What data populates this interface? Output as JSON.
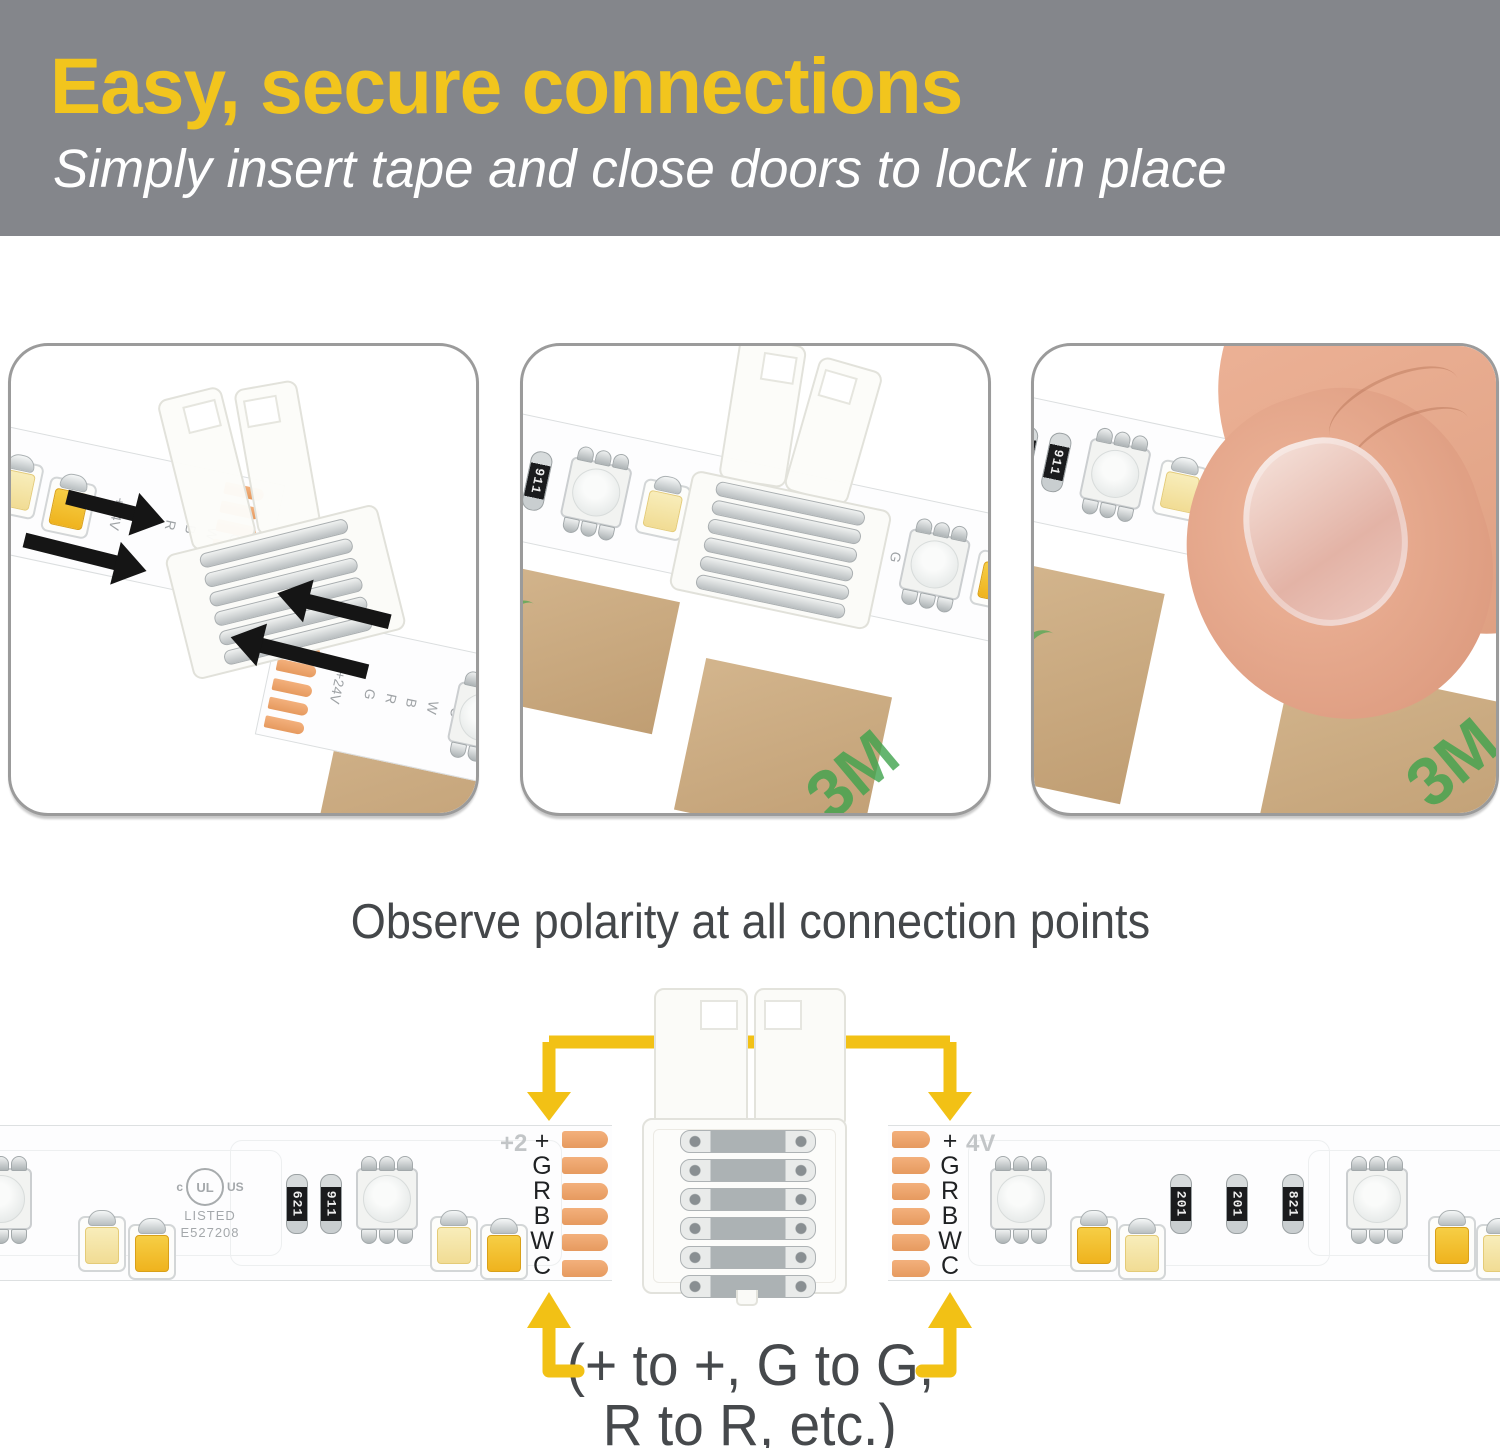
{
  "header": {
    "title": "Easy, secure connections",
    "subtitle": "Simply insert tape and close doors to lock in place"
  },
  "polarity": {
    "heading": "Observe polarity at all connection points",
    "note1": "(+ to +, G to G,",
    "note2": "R to R, etc.)"
  },
  "strip": {
    "print": [
      "+24V",
      "G",
      "R",
      "B",
      "W",
      "C"
    ],
    "pins": [
      "+",
      "G",
      "R",
      "B",
      "W",
      "C"
    ],
    "partial_left": "+2",
    "partial_right": "4V",
    "resistors": {
      "a": "621",
      "b": "911",
      "c": "201",
      "d": "821"
    },
    "ul": {
      "c": "c",
      "mark": "UL",
      "us": "US",
      "listed": "LISTED",
      "cert": "E527208"
    },
    "adhesive_brand": "3M"
  },
  "colors": {
    "header_bg": "#84868B",
    "title_yellow": "#F2C51D",
    "subtitle_white": "#FFFFFF",
    "arrow_yellow": "#F2C115",
    "copper_pad": "#E9A266",
    "text_dark": "#45484B",
    "card_border": "#9B9B9B",
    "cardboard": "#C9A87D",
    "brand_green": "#3FA34D",
    "led_gold": "#EFB31E",
    "led_cream": "#F4E2A0",
    "skin": "#E3A688"
  }
}
